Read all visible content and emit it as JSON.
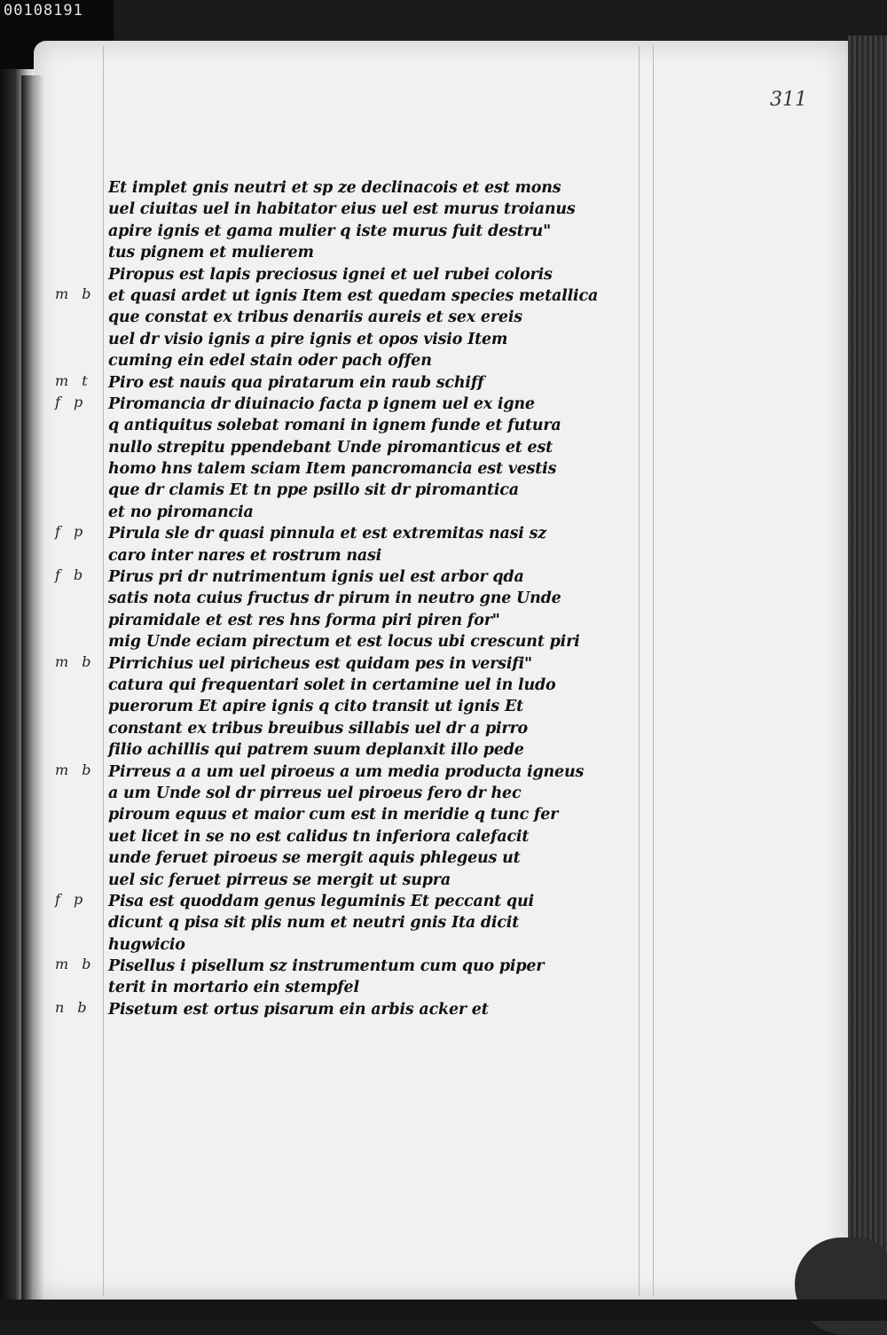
{
  "scan_label": "00108191",
  "folio_number": "311",
  "lines": [
    "Et implet gnis neutri et sp ze declinacois et est mons",
    "uel ciuitas uel in habitator eius uel est murus troianus",
    "apire ignis et gama mulier q iste murus fuit destru\"",
    "tus pignem et mulierem",
    "Piropus est lapis preciosus ignei et uel rubei coloris",
    "et quasi ardet ut ignis Item est quedam species metallica",
    "que constat ex tribus denariis aureis et sex ereis",
    "uel dr visio ignis a pire ignis et opos visio Item",
    "cuming ein edel stain oder pach offen",
    "Piro est nauis qua piratarum ein raub schiff",
    "Piromancia dr diuinacio facta p ignem uel ex igne",
    "q antiquitus solebat romani in ignem funde et futura",
    "nullo strepitu ppendebant Unde piromanticus et est",
    "homo hns talem sciam Item pancromancia est vestis",
    "que dr clamis Et tn ppe psillo sit dr piromantica",
    "et no piromancia",
    "Pirula sle dr quasi pinnula et est extremitas nasi sz",
    "caro inter nares et rostrum nasi",
    "Pirus pri dr nutrimentum ignis uel est arbor qda",
    "satis nota cuius fructus dr pirum in neutro gne Unde",
    "piramidale et est res hns forma piri piren for\"",
    "mig Unde eciam pirectum et est locus ubi crescunt piri",
    "Pirrichius uel piricheus est quidam pes in versifi\"",
    "catura qui frequentari solet in certamine uel in ludo",
    "puerorum Et apire ignis q cito transit ut ignis Et",
    "constant ex tribus breuibus sillabis uel dr a pirro",
    "filio achillis qui patrem suum deplanxit illo pede",
    "Pirreus a a um uel piroeus a um media producta igneus",
    "a um Unde sol dr pirreus uel piroeus fero dr hec",
    "piroum equus et maior cum est in meridie q tunc fer",
    "uet licet in se no est calidus tn inferiora calefacit",
    "unde feruet piroeus se mergit aquis phlegeus ut",
    "uel sic feruet pirreus se mergit ut supra",
    "Pisa est quoddam genus leguminis Et peccant qui",
    "dicunt q pisa sit plis num et neutri gnis Ita dicit",
    "hugwicio",
    "Pisellus i pisellum sz instrumentum cum quo piper",
    "terit in mortario ein stempfel",
    "Pisetum est ortus pisarum ein arbis acker et"
  ],
  "margin_marks": [
    {
      "line_index": 5,
      "text": "m b"
    },
    {
      "line_index": 9,
      "text": "m t"
    },
    {
      "line_index": 10,
      "text": "f p"
    },
    {
      "line_index": 16,
      "text": "f p"
    },
    {
      "line_index": 18,
      "text": "f b"
    },
    {
      "line_index": 22,
      "text": "m b"
    },
    {
      "line_index": 27,
      "text": "m b"
    },
    {
      "line_index": 33,
      "text": "f p"
    },
    {
      "line_index": 36,
      "text": "m b"
    },
    {
      "line_index": 38,
      "text": "n b"
    }
  ]
}
